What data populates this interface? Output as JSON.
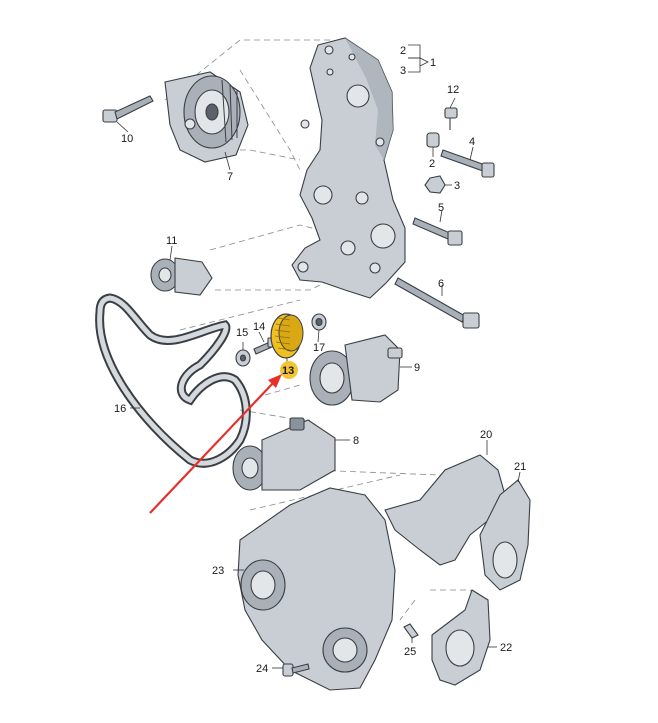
{
  "callouts": {
    "c1": "1",
    "c2a": "2",
    "c3a": "3",
    "c2b": "2",
    "c3b": "3",
    "c4": "4",
    "c5": "5",
    "c6": "6",
    "c7": "7",
    "c8": "8",
    "c9": "9",
    "c10": "10",
    "c11": "11",
    "c12": "12",
    "c13": "13",
    "c14": "14",
    "c15": "15",
    "c16": "16",
    "c17": "17",
    "c20": "20",
    "c21": "21",
    "c22": "22",
    "c23": "23",
    "c24": "24",
    "c25": "25"
  },
  "colors": {
    "highlight": "#f3c533",
    "arrow": "#e8302a",
    "part_fill": "#c9ced4",
    "outline": "#3a3f45"
  },
  "highlighted_part": "13"
}
